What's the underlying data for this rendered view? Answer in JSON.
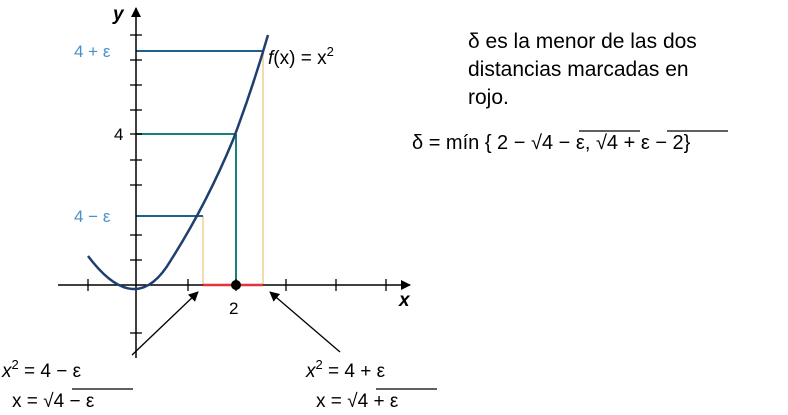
{
  "axes": {
    "x_label": "x",
    "y_label": "y",
    "x_tick_label": "2",
    "y_tick_labels": {
      "upper": "4 + ε",
      "middle": "4",
      "lower": "4 − ε"
    }
  },
  "curve_label": {
    "func": "f",
    "arg": "(x)",
    "rhs": " = x",
    "exp": "2"
  },
  "text": {
    "line1": "δ es la menor de las dos",
    "line2": "distancias marcadas en",
    "line3": "rojo."
  },
  "formula": {
    "lhs": "δ = mín { 2 − ",
    "rad1": "4 − ε",
    "mid": ", ",
    "rad2": "4 + ε",
    "end": " − 2}"
  },
  "annotation_left": {
    "line1_var": "x",
    "line1_exp": "2",
    "line1_rhs": " = 4 − ε",
    "line2_lhs": "x = ",
    "line2_rad": "4 − ε"
  },
  "annotation_right": {
    "line1_var": "x",
    "line1_exp": "2",
    "line1_rhs": " = 4 + ε",
    "line2_lhs": "x = ",
    "line2_rad": "4 + ε"
  },
  "colors": {
    "curve": "#1f3f6e",
    "guide": "#1f5f8a",
    "guide_mid": "#1a7f7f",
    "label_blue": "#4a8fc9",
    "delta_red": "#e0353a",
    "pale": "#f3dcab"
  }
}
